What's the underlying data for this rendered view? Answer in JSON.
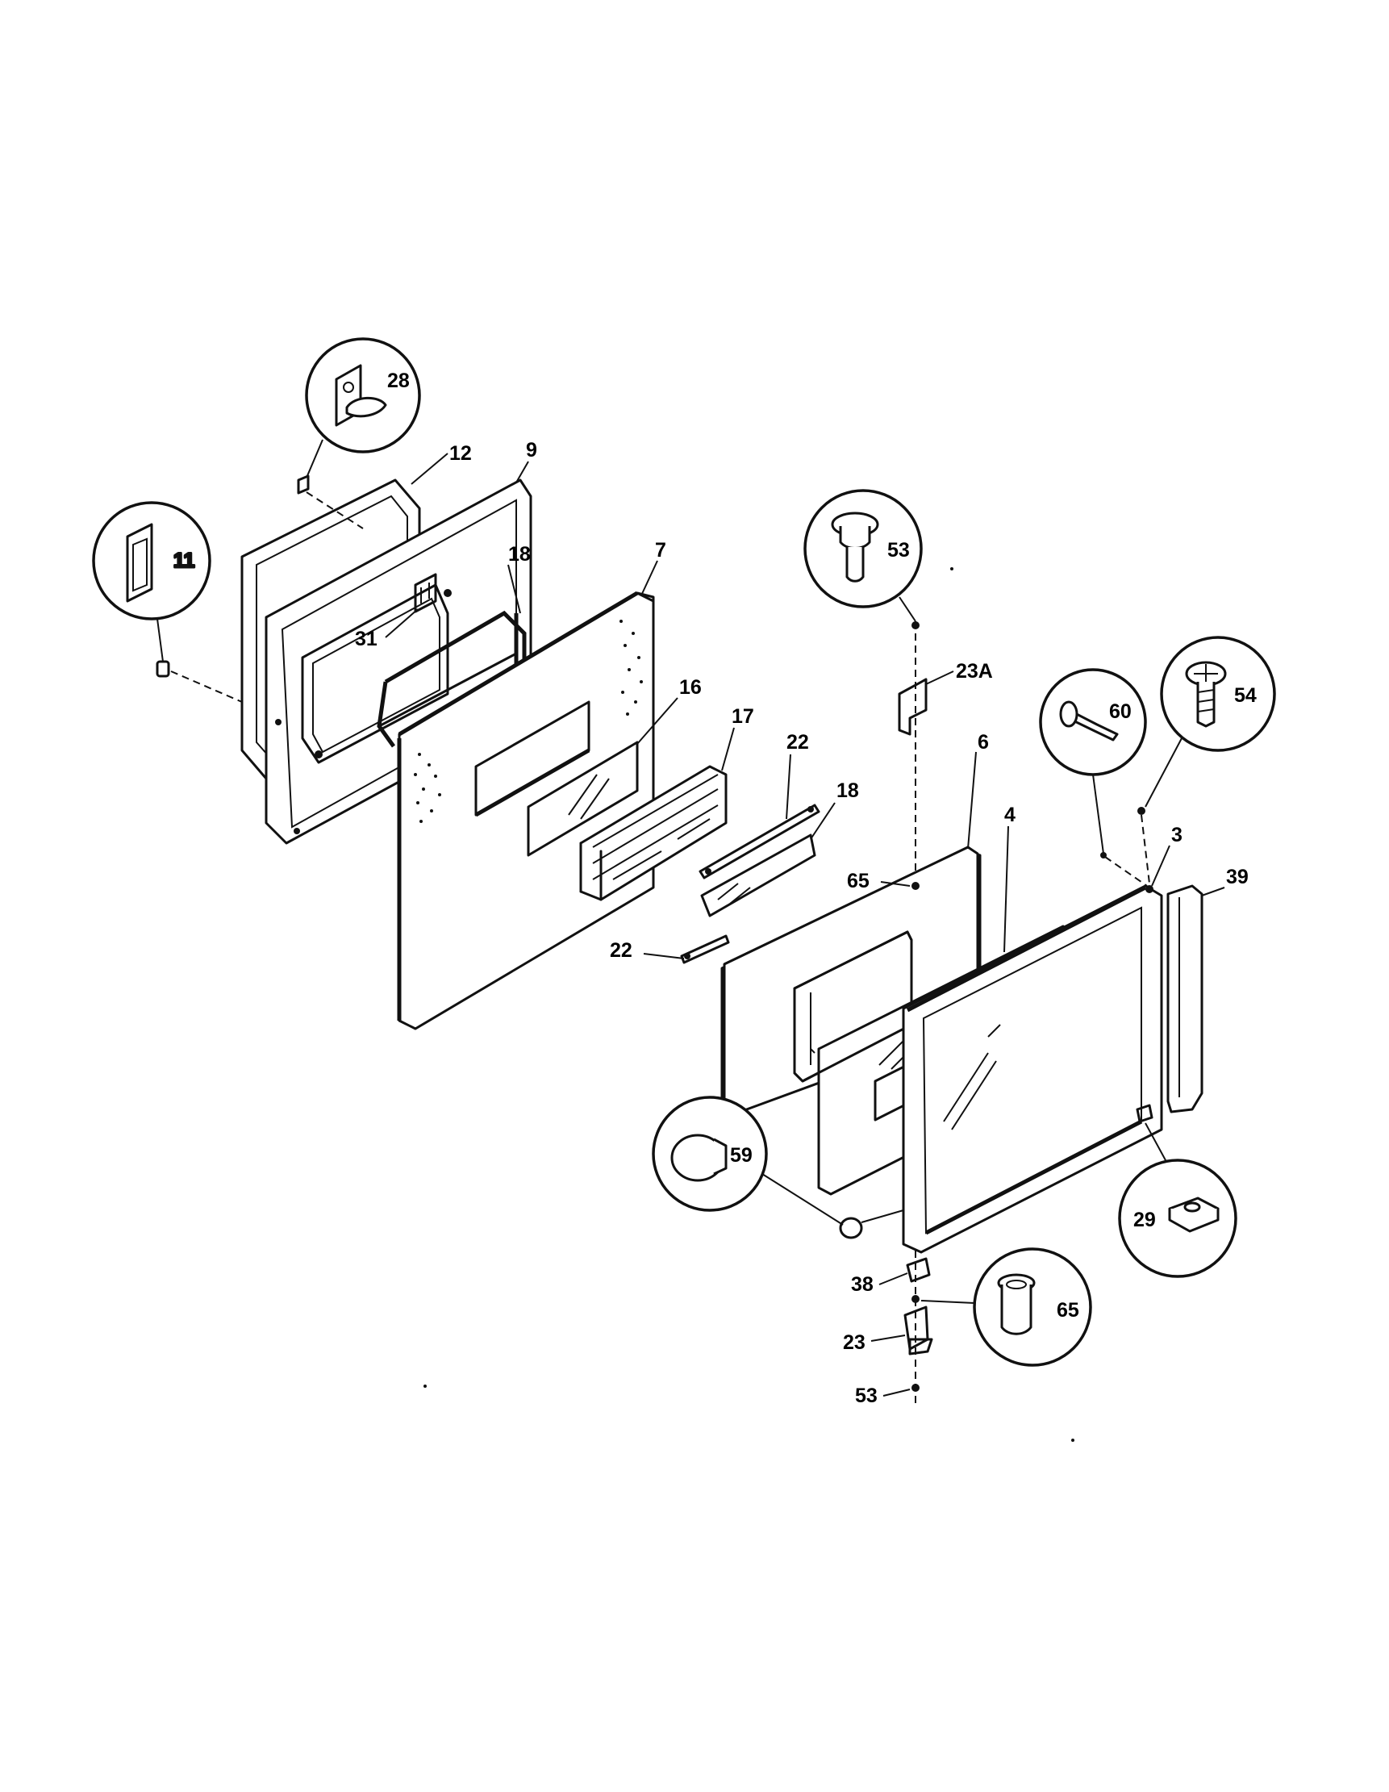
{
  "callouts": {
    "p28": "28",
    "p12": "12",
    "p9": "9",
    "p11": "11",
    "p18a": "18",
    "p31": "31",
    "p7": "7",
    "p16": "16",
    "p17": "17",
    "p22a": "22",
    "p18b": "18",
    "p53a": "53",
    "p23A": "23A",
    "p6": "6",
    "p65a": "65",
    "p4": "4",
    "p60": "60",
    "p54": "54",
    "p3": "3",
    "p39": "39",
    "p22b": "22",
    "p59": "59",
    "p29": "29",
    "p38": "38",
    "p65b": "65",
    "p23": "23",
    "p53b": "53"
  }
}
